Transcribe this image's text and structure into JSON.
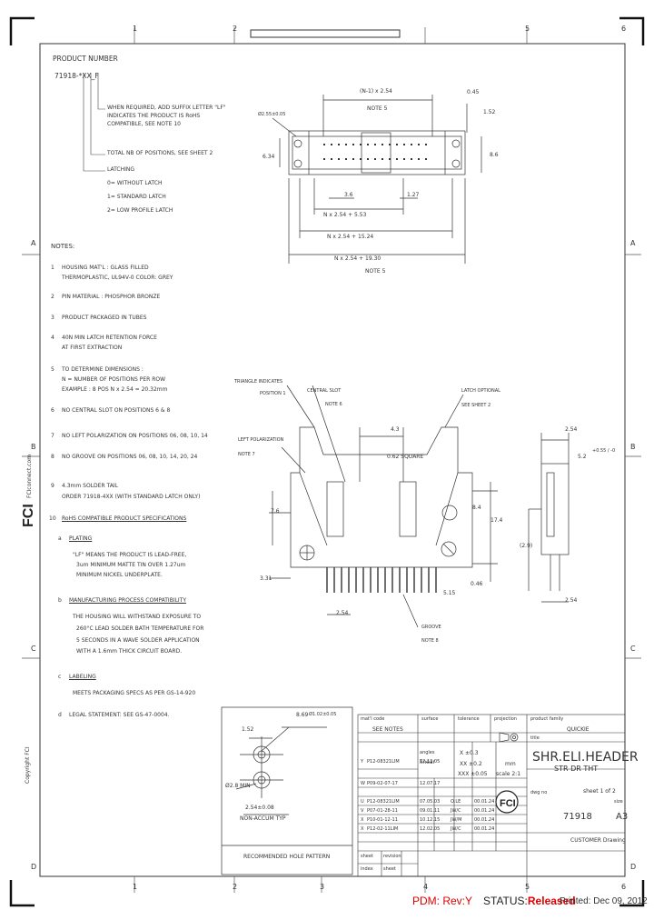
{
  "border": {
    "col_numbers": [
      "1",
      "2",
      "3",
      "4",
      "5",
      "6"
    ],
    "row_letters": [
      "A",
      "B",
      "C",
      "D"
    ]
  },
  "product_number": {
    "heading": "PRODUCT NUMBER",
    "code": "71918-*XX_F",
    "suffix_note": [
      "WHEN REQUIRED, ADD SUFFIX LETTER \"LF\"",
      "INDICATES THE PRODUCT IS RoHS",
      "COMPATIBLE, SEE NOTE 10"
    ],
    "positions_note": "TOTAL NB OF POSITIONS, SEE SHEET 2",
    "latching": [
      "LATCHING",
      "0= WITHOUT LATCH",
      "1= STANDARD LATCH",
      "2= LOW PROFILE LATCH"
    ]
  },
  "notes": {
    "heading": "NOTES:",
    "items": [
      {
        "num": "1",
        "lines": [
          "HOUSING MAT'L : GLASS FILLED",
          "THERMOPLASTIC, UL94V-0 COLOR: GREY"
        ]
      },
      {
        "num": "2",
        "lines": [
          "PIN MATERIAL : PHOSPHOR BRONZE"
        ]
      },
      {
        "num": "3",
        "lines": [
          "PRODUCT PACKAGED IN TUBES"
        ]
      },
      {
        "num": "4",
        "lines": [
          "40N MIN LATCH RETENTION FORCE",
          "AT FIRST EXTRACTION"
        ]
      },
      {
        "num": "5",
        "lines": [
          "TO DETERMINE DIMENSIONS :",
          "N = NUMBER OF POSITIONS PER ROW",
          "EXAMPLE : 8 POS  N x 2.54 = 20.32mm"
        ]
      },
      {
        "num": "6",
        "lines": [
          "NO CENTRAL SLOT ON POSITIONS 6 & 8"
        ]
      },
      {
        "num": "7",
        "lines": [
          "NO LEFT POLARIZATION ON POSITIONS 06, 08, 10, 14"
        ]
      },
      {
        "num": "8",
        "lines": [
          "NO GROOVE ON POSITIONS 06, 08, 10, 14, 20, 24"
        ]
      },
      {
        "num": "9",
        "lines": [
          "4.3mm SOLDER TAIL",
          "ORDER  71918-4XX (WITH STANDARD LATCH ONLY)"
        ]
      },
      {
        "num": "10",
        "lines": [
          "RoHS COMPATIBLE PRODUCT SPECIFICATIONS"
        ]
      }
    ],
    "rohs": {
      "a_label": "a",
      "a_title": "PLATING",
      "a_lines": [
        "\"LF\" MEANS THE PRODUCT IS LEAD-FREE,",
        "3um MINIMUM MATTE TIN OVER 1.27um",
        "MINIMUM NICKEL UNDERPLATE."
      ],
      "b_label": "b",
      "b_title": "MANUFACTURING PROCESS COMPATIBILITY",
      "b_lines": [
        "THE HOUSING WILL WITHSTAND EXPOSURE TO",
        "260°C LEAD SOLDER BATH TEMPERATURE FOR",
        "5 SECONDS IN A WAVE SOLDER APPLICATION",
        "WITH A 1.6mm THICK CIRCUIT BOARD."
      ],
      "c_label": "c",
      "c_title": "LABELING",
      "c_lines": [
        "MEETS PACKAGING SPECS AS PER GS-14-920"
      ],
      "d_label": "d",
      "d_line": "LEGAL STATEMENT: SEE GS-47-0004."
    }
  },
  "top_view": {
    "dim_n1": "(N-1) x 2.54",
    "note5": "NOTE 5",
    "d045": "0.45",
    "d152": "1.52",
    "d86": "8.6",
    "d634": "6.34",
    "hole": "Ø2.55±0.05",
    "d36": "3.6",
    "d127": "1.27",
    "dn553": "N x 2.54 + 5.53",
    "dn1524": "N x 2.54 + 15.24",
    "dn1930": "N x 2.54 + 19.30",
    "note5b": "NOTE 5"
  },
  "side_view": {
    "triangle": [
      "TRIANGLE INDICATES",
      "POSITION 1"
    ],
    "central_slot": [
      "CENTRAL SLOT",
      "NOTE 6"
    ],
    "latch_optional": [
      "LATCH OPTIONAL",
      "SEE SHEET 2"
    ],
    "left_pol": [
      "LEFT POLARIZATION",
      "NOTE 7"
    ],
    "d43": "4.3",
    "d062": "0.62 SQUARE",
    "d76": "7.6",
    "d84": "8.4",
    "d174": "17.4",
    "d331": "3.31",
    "d046": "0.46",
    "d515": "5.15",
    "d254": "2.54",
    "groove": [
      "GROOVE",
      "NOTE 8"
    ]
  },
  "end_view": {
    "d254a": "2.54",
    "d52": "5.2",
    "tol": "+0.55 / -0",
    "d29": "(2.9)",
    "d254b": "2.54"
  },
  "hole_pattern": {
    "d869": "8.69",
    "d102": "Ø1.02±0.05",
    "d152": "1.52",
    "d28": "Ø2.8 MIN",
    "d254": "2.54±0.08",
    "non_accum": "NON-ACCUM TYP",
    "caption": "RECOMMENDED HOLE PATTERN"
  },
  "title_block": {
    "matl_code": "mat'l code",
    "see_notes": "SEE NOTES",
    "surface": "surface",
    "tolerance": "tolerance",
    "projection": "projection",
    "product_family": "product family",
    "quickie": "QUICKIE",
    "title_lbl": "title",
    "title1": "SHR.ELI.HEADER",
    "title2": "STR DR THT",
    "dwg_no_lbl": "dwg no",
    "sheet": "sheet 1 of 2",
    "size": "size",
    "size_val": "A3",
    "dwg_no": "71918",
    "customer_drawing": "CUSTOMER Drawing",
    "rev_letters": [
      "Y",
      "W",
      "U",
      "V",
      "X",
      "X"
    ],
    "rev_ecns": [
      "P12-08321LIM",
      "P09-02-07-17",
      "P12-08321LIM",
      "P07-01-28-11",
      "P10-01-12-11",
      "P12-02-11LIM"
    ],
    "rev_dates": [
      "12.12.05",
      "12.07.17",
      "07.05.03",
      "09.01.11",
      "10.12.15",
      "12.02.05"
    ],
    "rev_by": [
      "",
      "",
      "O.LE",
      "JW/C",
      "JW/M",
      "JW/C"
    ],
    "rev_chk": [
      "",
      "",
      "00.01.24",
      "00.01.24",
      "00.01.24",
      "00.01.24"
    ],
    "linear": "linear",
    "angles": "angles",
    "tol_x": "X  ±0.3",
    "tol_xx": "XX  ±0.2",
    "tol_xxx": "XXX ±0.05",
    "mm": "mm",
    "scale": "scale 2:1",
    "sheet_lbl": "sheet",
    "revision_lbl": "revision",
    "index_lbl": "index",
    "sheet_lbl2": "sheet"
  },
  "footer": {
    "pdm": "PDM: Rev:Y",
    "status_label": "STATUS:",
    "status_value": "Released",
    "printed": "Printed: Dec 09, 2012"
  },
  "side_text": {
    "fci_url": "FCIconnect.com",
    "copyright": "Copyright  FCI"
  }
}
